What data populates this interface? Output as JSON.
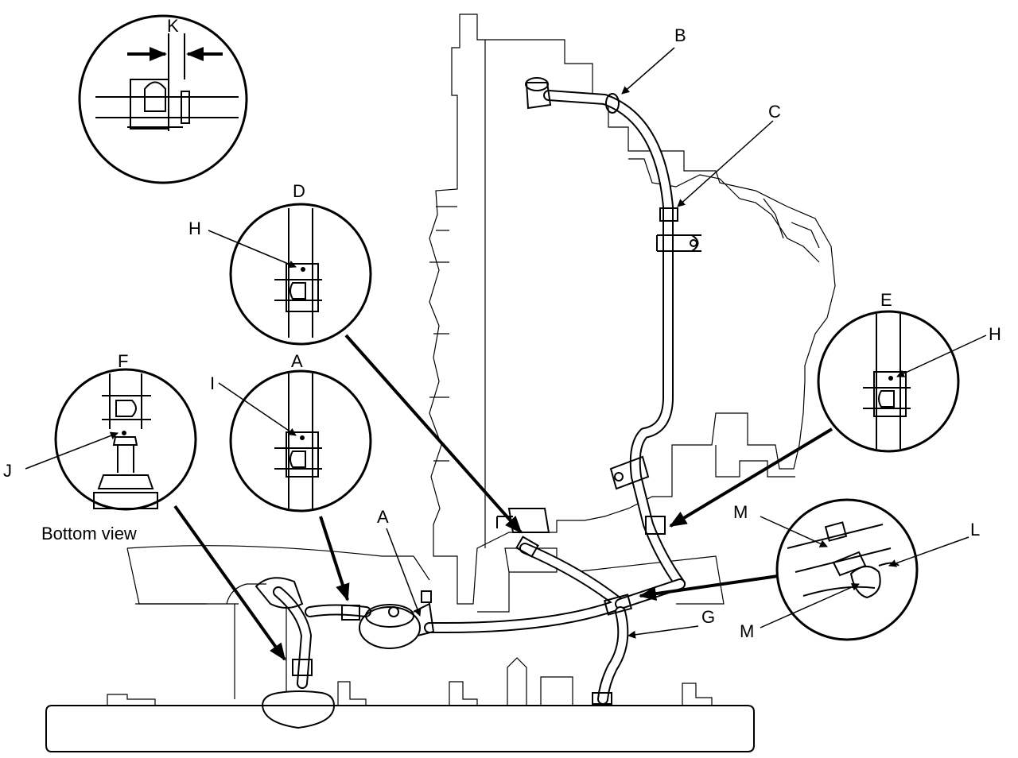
{
  "labels": {
    "K": "K",
    "B": "B",
    "C": "C",
    "D": "D",
    "H_upper": "H",
    "H_right": "H",
    "E": "E",
    "F": "F",
    "A_detail": "A",
    "A_main": "A",
    "I": "I",
    "J": "J",
    "L": "L",
    "M_upper": "M",
    "M_lower": "M",
    "G": "G"
  },
  "captions": {
    "bottom_view": "Bottom view"
  }
}
